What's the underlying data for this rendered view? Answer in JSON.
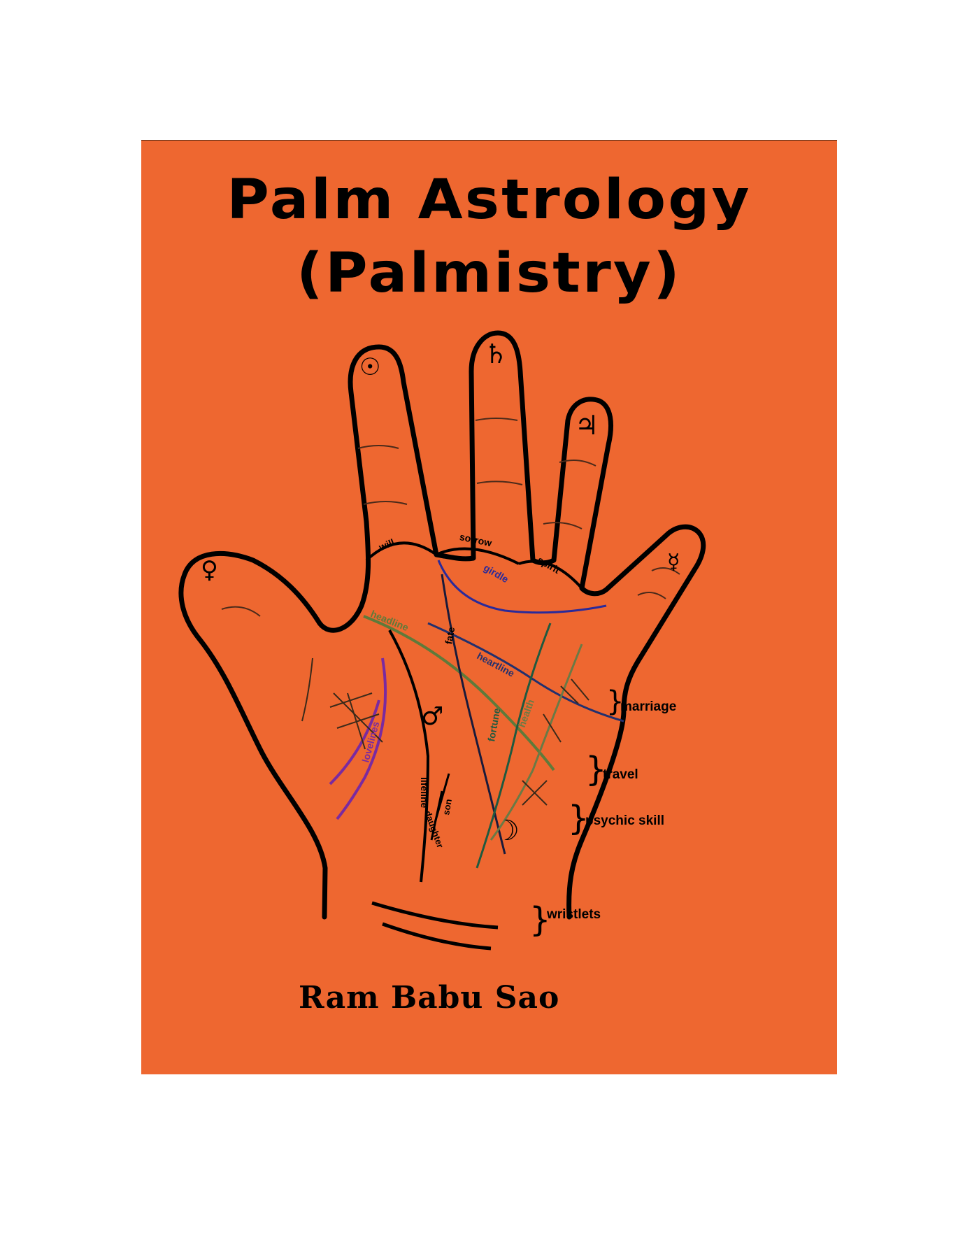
{
  "cover": {
    "title_line1": "Palm Astrology",
    "title_line2": "(Palmistry)",
    "author": "Ram Babu Sao",
    "background_color": "#ee6730"
  },
  "diagram": {
    "finger_symbols": {
      "sun": "☉",
      "saturn": "♄",
      "jupiter": "♃",
      "mercury": "☿",
      "venus": "♀",
      "mars": "♂",
      "moon": "☽"
    },
    "palm_labels": {
      "will": "will",
      "sorrow": "sorrow",
      "girdle": "girdle",
      "spirit": "spirit",
      "headline": "headline",
      "fate": "fate",
      "heartline": "heartline",
      "lifeline": "lifeline",
      "fortune": "fortune",
      "health": "health",
      "lovelines": "lovelines",
      "son": "son",
      "daughter": "daughter"
    },
    "side_labels": {
      "marriage": "marriage",
      "travel": "travel",
      "psychic_skill": "psychic skill",
      "wristlets": "wristlets"
    },
    "line_colors": {
      "outline": "#000000",
      "girdle": "#2a2a9a",
      "headline": "#5f7a3a",
      "heartline": "#22306e",
      "fate": "#1a1a3a",
      "fortune": "#1f5a3f",
      "health": "#6a7a45",
      "lovelines": "#7a2aa0"
    }
  }
}
